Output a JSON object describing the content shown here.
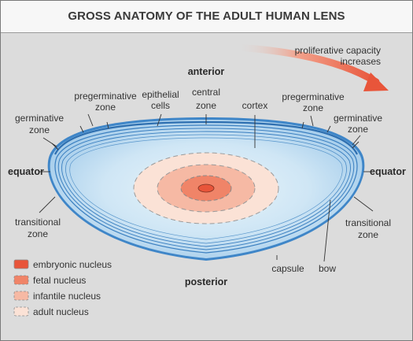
{
  "title": "GROSS ANATOMY OF THE ADULT HUMAN LENS",
  "labels": {
    "anterior": "anterior",
    "posterior": "posterior",
    "equator_left": "equator",
    "equator_right": "equator",
    "proliferative_line1": "proliferative capacity",
    "proliferative_line2": "increases",
    "pregerminative_left_1": "pregerminative",
    "pregerminative_left_2": "zone",
    "epithelial_1": "epithelial",
    "epithelial_2": "cells",
    "central_1": "central",
    "central_2": "zone",
    "cortex": "cortex",
    "pregerminative_right_1": "pregerminative",
    "pregerminative_right_2": "zone",
    "germinative_left_1": "germinative",
    "germinative_left_2": "zone",
    "germinative_right_1": "germinative",
    "germinative_right_2": "zone",
    "transitional_left_1": "transitional",
    "transitional_left_2": "zone",
    "transitional_right_1": "transitional",
    "transitional_right_2": "zone",
    "capsule": "capsule",
    "bow": "bow"
  },
  "legend": [
    {
      "label": "embryonic nucleus",
      "color": "#e8553a"
    },
    {
      "label": "fetal nucleus",
      "color": "#f08468"
    },
    {
      "label": "infantile nucleus",
      "color": "#f6b9a4"
    },
    {
      "label": "adult nucleus",
      "color": "#fbe2d6"
    }
  ],
  "colors": {
    "capsule": "#3f86c8",
    "cortex_outer": "#a9cdea",
    "cortex_inner": "#e3f1fa",
    "arrow": "#e8553a"
  }
}
